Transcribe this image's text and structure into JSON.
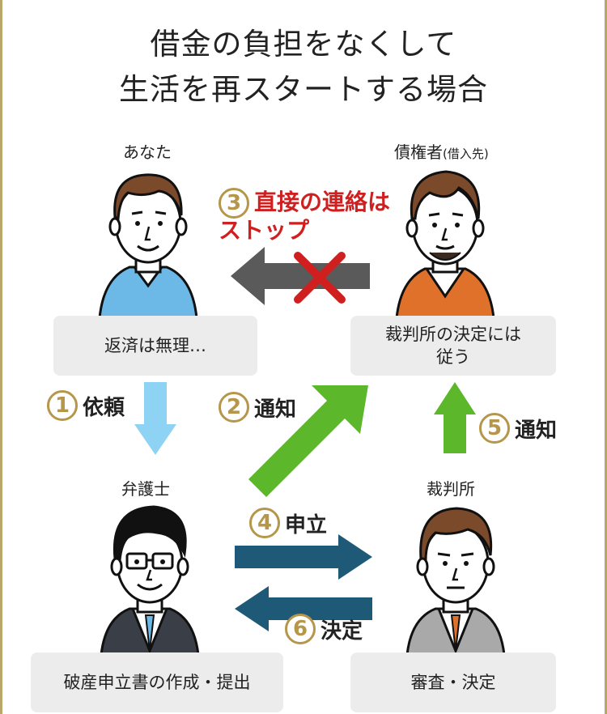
{
  "title": {
    "line1": "借金の負担をなくして",
    "line2": "生活を再スタートする場合"
  },
  "people": {
    "you": {
      "label": "あなた",
      "box": "返済は無理…"
    },
    "creditor": {
      "label": "債権者",
      "sub": "(借入先)",
      "box_line1": "裁判所の決定には",
      "box_line2": "従う"
    },
    "lawyer": {
      "label": "弁護士",
      "box": "破産申立書の作成・提出"
    },
    "court": {
      "label": "裁判所",
      "box": "審査・決定"
    }
  },
  "steps": {
    "s1": {
      "num": "1",
      "label": "依頼"
    },
    "s2": {
      "num": "2",
      "label": "通知"
    },
    "s3": {
      "num": "3",
      "line1": "直接の連絡は",
      "line2": "ストップ"
    },
    "s4": {
      "num": "4",
      "label": "申立"
    },
    "s5": {
      "num": "5",
      "label": "通知"
    },
    "s6": {
      "num": "6",
      "label": "決定"
    }
  },
  "colors": {
    "frame": "#b9a66a",
    "box_bg": "#ececec",
    "number_circle": "#b5964a",
    "stop_text": "#d01f1f",
    "blocked_arrow": "#5a5a5a",
    "request_arrow": "#8fd3f4",
    "notify_arrow": "#5cb82a",
    "court_arrow": "#1e5a78"
  }
}
